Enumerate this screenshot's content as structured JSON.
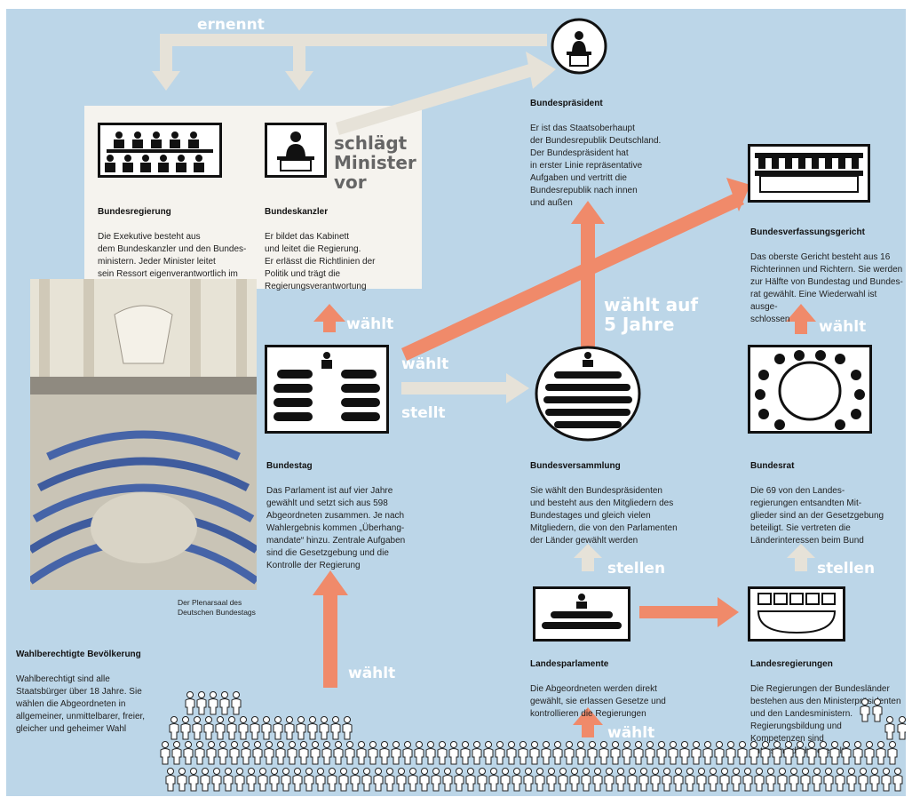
{
  "labels": {
    "ernennt": "ernennt",
    "schlaegt": "schlägt\nMinister\nvor",
    "waehlt_kanzler": "wählt",
    "waehlt_bverfg": "wählt",
    "stellt": "stellt",
    "waehlt_5": "wählt auf\n5 Jahre",
    "waehlt_bundesrat": "wählt",
    "stellen_bv": "stellen",
    "stellen_br": "stellen",
    "waehlt_bundestag": "wählt",
    "waehlt_landtag": "wählt"
  },
  "bundespraesident": {
    "title": "Bundespräsident",
    "text": "Er ist das Staatsoberhaupt\nder Bundesrepublik Deutschland.\nDer Bundespräsident hat\nin erster Linie repräsentative\nAufgaben und vertritt die\nBundesrepublik nach innen\nund außen"
  },
  "bundesregierung": {
    "title": "Bundesregierung",
    "text": "Die Exekutive besteht aus\ndem Bundeskanzler und den Bundes-\nministern. Jeder Minister leitet\nsein Ressort eigenverantwortlich im\nRahmen der Richtlinien"
  },
  "bundeskanzler": {
    "title": "Bundeskanzler",
    "text": "Er bildet das Kabinett\nund leitet die Regierung.\nEr erlässt die Richtlinien der\nPolitik und trägt die\nRegierungsverantwortung"
  },
  "bundesverfassungsgericht": {
    "title": "Bundesverfassungsgericht",
    "text": "Das oberste Gericht besteht aus 16\nRichterinnen und Richtern. Sie werden\nzur Hälfte von Bundestag und Bundes-\nrat gewählt. Eine Wiederwahl ist ausge-\nschlossen"
  },
  "bundestag": {
    "title": "Bundestag",
    "text": "Das Parlament ist auf vier Jahre\ngewählt und setzt sich aus 598\nAbgeordneten zusammen. Je nach\nWahlergebnis kommen „Überhang-\nmandate“ hinzu. Zentrale Aufgaben\nsind die Gesetzgebung und die\nKontrolle der Regierung"
  },
  "bundesversammlung": {
    "title": "Bundesversammlung",
    "text": "Sie wählt den Bundespräsidenten\nund besteht aus den Mitgliedern des\nBundestages und gleich vielen\nMitgliedern, die von den Parlamenten\nder Länder gewählt werden"
  },
  "bundesrat": {
    "title": "Bundesrat",
    "text": "Die 69 von den Landes-\nregierungen entsandten Mit-\nglieder sind an der Gesetzgebung\nbeteiligt. Sie vertreten die\nLänderinteressen beim Bund"
  },
  "landesparlamente": {
    "title": "Landesparlamente",
    "text": "Die Abgeordneten werden direkt\ngewählt, sie erlassen Gesetze und\nkontrollieren die Regierungen"
  },
  "landesregierungen": {
    "title": "Landesregierungen",
    "text": "Die Regierungen der Bundesländer\nbestehen aus den Ministerpräsidenten\nund den Landesministern.\nRegierungsbildung und\nKompetenzen sind\nunterschiedlich geregelt"
  },
  "bevoelkerung": {
    "title": "Wahlberechtigte Bevölkerung",
    "text": "Wahlberechtigt sind alle\nStaatsbürger über 18 Jahre. Sie\nwählen die Abgeordneten in\nallgemeiner, unmittelbarer, freier,\ngleicher und geheimer Wahl"
  },
  "photo_caption": "Der Plenarsaal des\nDeutschen Bundestags",
  "colors": {
    "background": "#bcd6e8",
    "orange_arrow": "#f08a6a",
    "grey_arrow": "#e6e2d8",
    "box": "#f5f3ee"
  }
}
